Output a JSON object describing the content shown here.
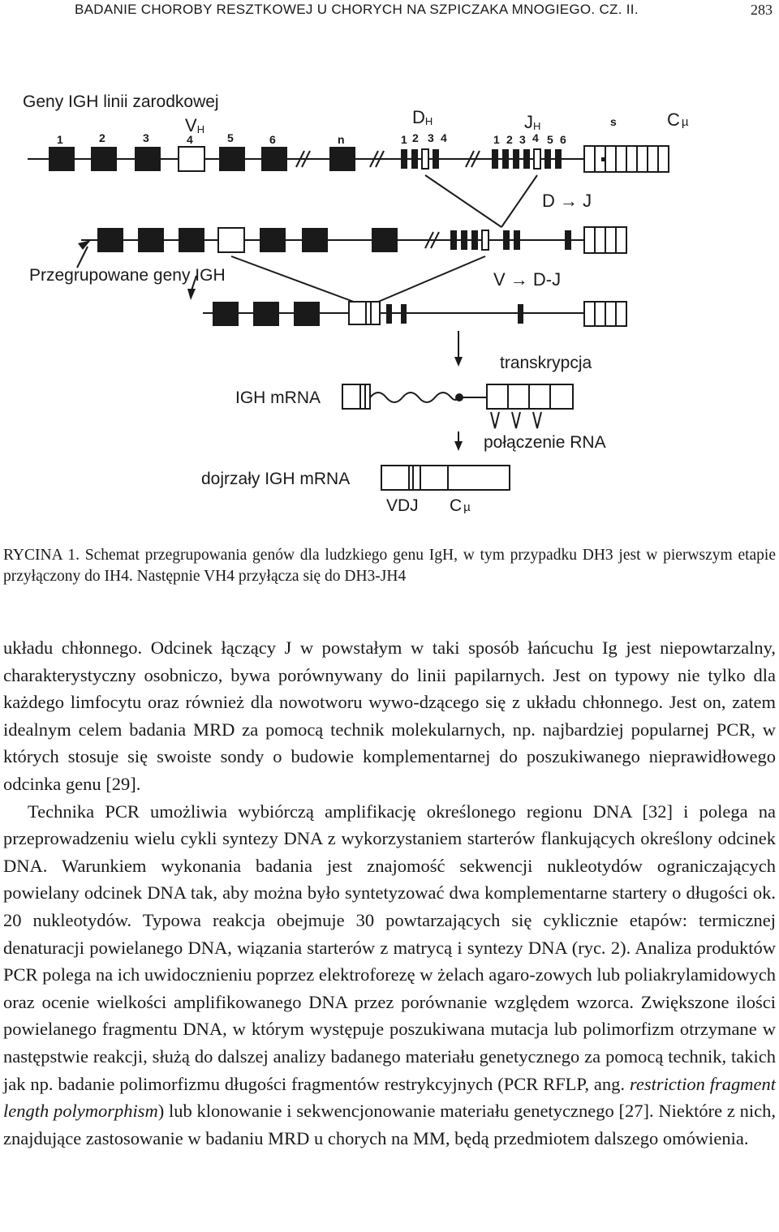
{
  "header": {
    "running_title": "BADANIE CHOROBY RESZTKOWEJ U CHORYCH  NA SZPICZAKA MNOGIEGO. CZ. II.",
    "page_number": "283"
  },
  "figure": {
    "title_germline": "Geny IGH linii zarodkowej",
    "vh_label": "V",
    "vh_sub": "H",
    "dh_label": "D",
    "dh_sub": "H",
    "jh_label": "J",
    "jh_sub": "H",
    "s_label": "s",
    "cmu_label": "C",
    "mu": "µ",
    "v_numbers": [
      "1",
      "2",
      "3",
      "4",
      "5",
      "6",
      "n"
    ],
    "d_numbers": [
      "1",
      "2",
      "3",
      "4"
    ],
    "j_numbers": [
      "1",
      "2",
      "3",
      "4",
      "5",
      "6"
    ],
    "d_to_j": "D → J",
    "rearranged_label": "Przegrupowane geny IGH",
    "v_to_dj": "V → D-J",
    "transcription": "transkrypcja",
    "mrna_label": "IGH mRNA",
    "rna_joining": "połączenie RNA",
    "mature_mrna_label": "dojrzały IGH mRNA",
    "vdj_label": "VDJ",
    "mature_c_label": "C",
    "mature_mu": "µ"
  },
  "caption": {
    "text": "RYCINA 1. Schemat przegrupowania genów dla ludzkiego genu IgH, w tym przypadku DH3 jest w pierwszym etapie przyłączony do IH4. Następnie VH4 przyłącza się do DH3-JH4"
  },
  "body": {
    "p1": "układu chłonnego. Odcinek łączący J w powstałym w taki sposób łańcuchu Ig jest niepowtarzalny, charakterystyczny osobniczo, bywa porównywany do linii papilarnych. Jest on typowy nie tylko dla każdego limfocytu oraz również dla nowotworu wywo-dzącego się z układu chłonnego. Jest on, zatem idealnym celem badania MRD za pomocą technik molekularnych, np. najbardziej popularnej PCR, w których stosuje się swoiste sondy o budowie komplementarnej do poszukiwanego nieprawidłowego odcinka genu [29].",
    "p2_before": "Technika PCR umożliwia wybiórczą amplifikację określonego regionu DNA [32] i polega na przeprowadzeniu wielu cykli syntezy DNA z wykorzystaniem starterów flankujących określony odcinek DNA. Warunkiem wykonania badania jest znajomość sekwencji nukleotydów ograniczających powielany odcinek DNA tak, aby można było syntetyzować dwa komplementarne startery o długości ok. 20 nukleotydów. Typowa reakcja obejmuje 30 powtarzających się cyklicznie etapów: termicznej denaturacji powielanego DNA, wiązania starterów z matrycą i syntezy DNA (ryc. 2). Analiza produktów PCR polega na ich uwidocznieniu poprzez elektroforezę w żelach agaro-zowych lub poliakrylamidowych oraz ocenie wielkości amplifikowanego DNA przez porównanie względem wzorca. Zwiększone ilości powielanego fragmentu DNA, w którym występuje poszukiwana mutacja lub polimorfizm otrzymane w następstwie reakcji, służą do dalszej analizy badanego materiału genetycznego za pomocą technik, takich jak np. badanie polimorfizmu długości fragmentów restrykcyjnych (PCR RFLP, ang. ",
    "p2_italic": "restriction fragment length polymorphism",
    "p2_after": ") lub klonowanie i sekwencjonowanie materiału genetycznego [27]. Niektóre z nich, znajdujące zastosowanie w badaniu MRD u chorych na MM, będą przedmiotem dalszego omówienia."
  }
}
